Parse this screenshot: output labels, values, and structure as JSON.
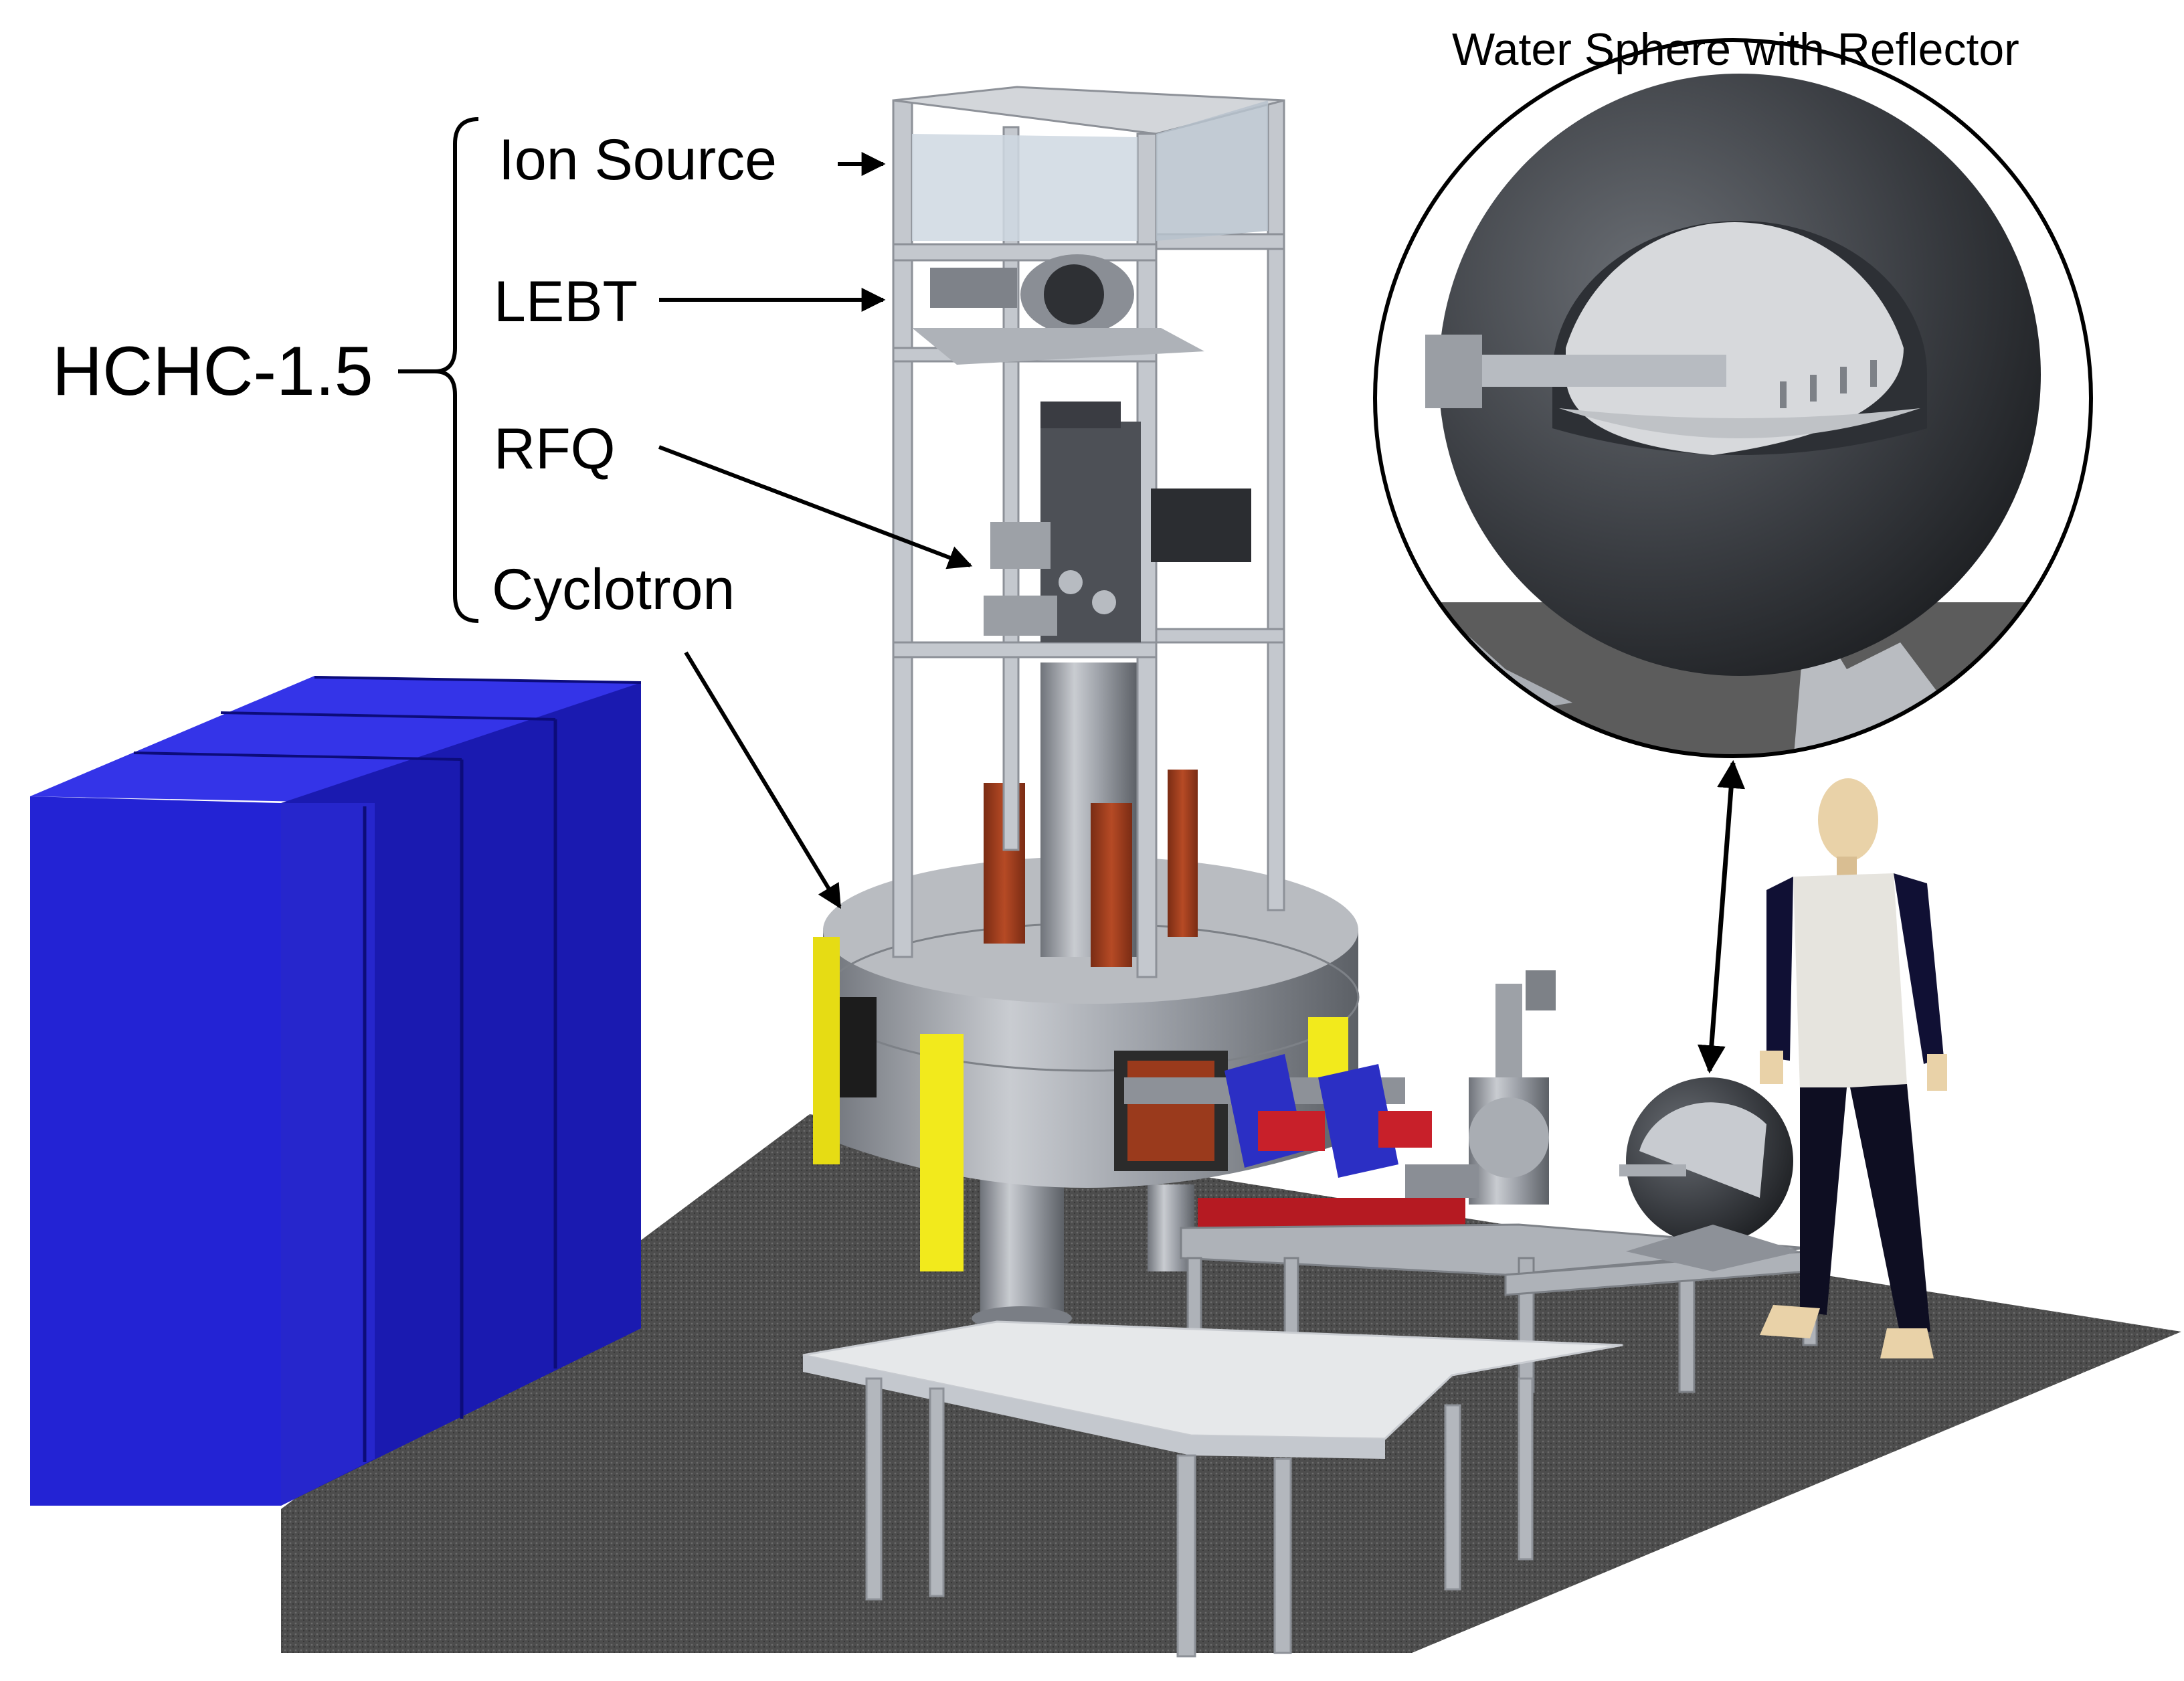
{
  "labels": {
    "system": "HCHC-1.5",
    "ion_source": "Ion Source",
    "lebt": "LEBT",
    "rfq": "RFQ",
    "cyclotron": "Cyclotron",
    "inset_title": "Water Sphere with Reflector"
  },
  "colors": {
    "shield_blue": "#1f1fd6",
    "floor": "#4a4a4a",
    "frame": "#b5b9c0",
    "cyclotron_steel": "#9a9ea4",
    "copper_rods": "#a5401f",
    "yellow_supports": "#f2ea1c",
    "magnet_blue": "#2b2fc4",
    "magnet_red": "#c8202a",
    "table_white": "#e6e8ea",
    "sphere_dark": "#3a3d42",
    "figure_shirt": "#e6e4de",
    "figure_dark": "#0e0e22"
  }
}
